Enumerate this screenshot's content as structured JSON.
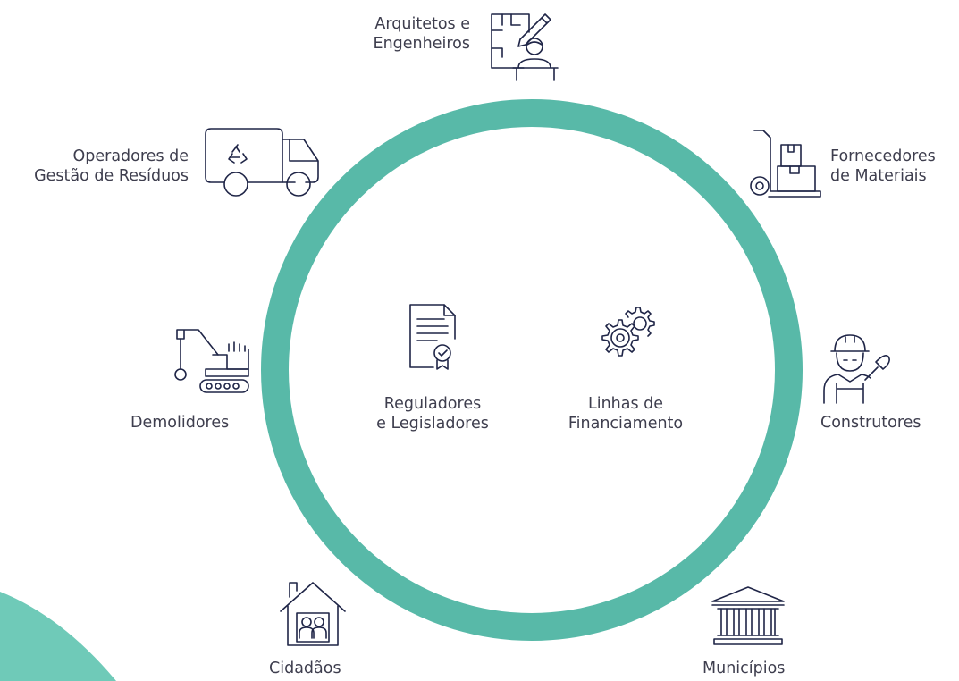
{
  "diagram": {
    "nodes": [
      {
        "id": "arquitetos",
        "icon": "architect-icon",
        "lines": [
          "Arquitetos e",
          "Engenheiros"
        ]
      },
      {
        "id": "fornecedores",
        "icon": "hand-truck-boxes-icon",
        "lines": [
          "Fornecedores",
          "de Materiais"
        ]
      },
      {
        "id": "construtores",
        "icon": "construction-worker-icon",
        "lines": [
          "Construtores"
        ]
      },
      {
        "id": "municipios",
        "icon": "government-building-icon",
        "lines": [
          "Municípios"
        ]
      },
      {
        "id": "cidadaos",
        "icon": "house-people-icon",
        "lines": [
          "Cidadãos"
        ]
      },
      {
        "id": "demolidores",
        "icon": "excavator-wrecking-ball-icon",
        "lines": [
          "Demolidores"
        ]
      },
      {
        "id": "operadores",
        "icon": "recycling-truck-icon",
        "lines": [
          "Operadores de",
          "Gestão de Resíduos"
        ]
      },
      {
        "id": "reguladores",
        "icon": "certificate-document-icon",
        "lines": [
          "Reguladores",
          "e Legisladores"
        ]
      },
      {
        "id": "financiamento",
        "icon": "gears-icon",
        "lines": [
          "Linhas de",
          "Financiamento"
        ]
      }
    ],
    "colors": {
      "ring": "#58b9a8",
      "icon_stroke": "#1f2547",
      "text": "#3e3e4e",
      "accent_blob": "#6fcab8"
    }
  }
}
